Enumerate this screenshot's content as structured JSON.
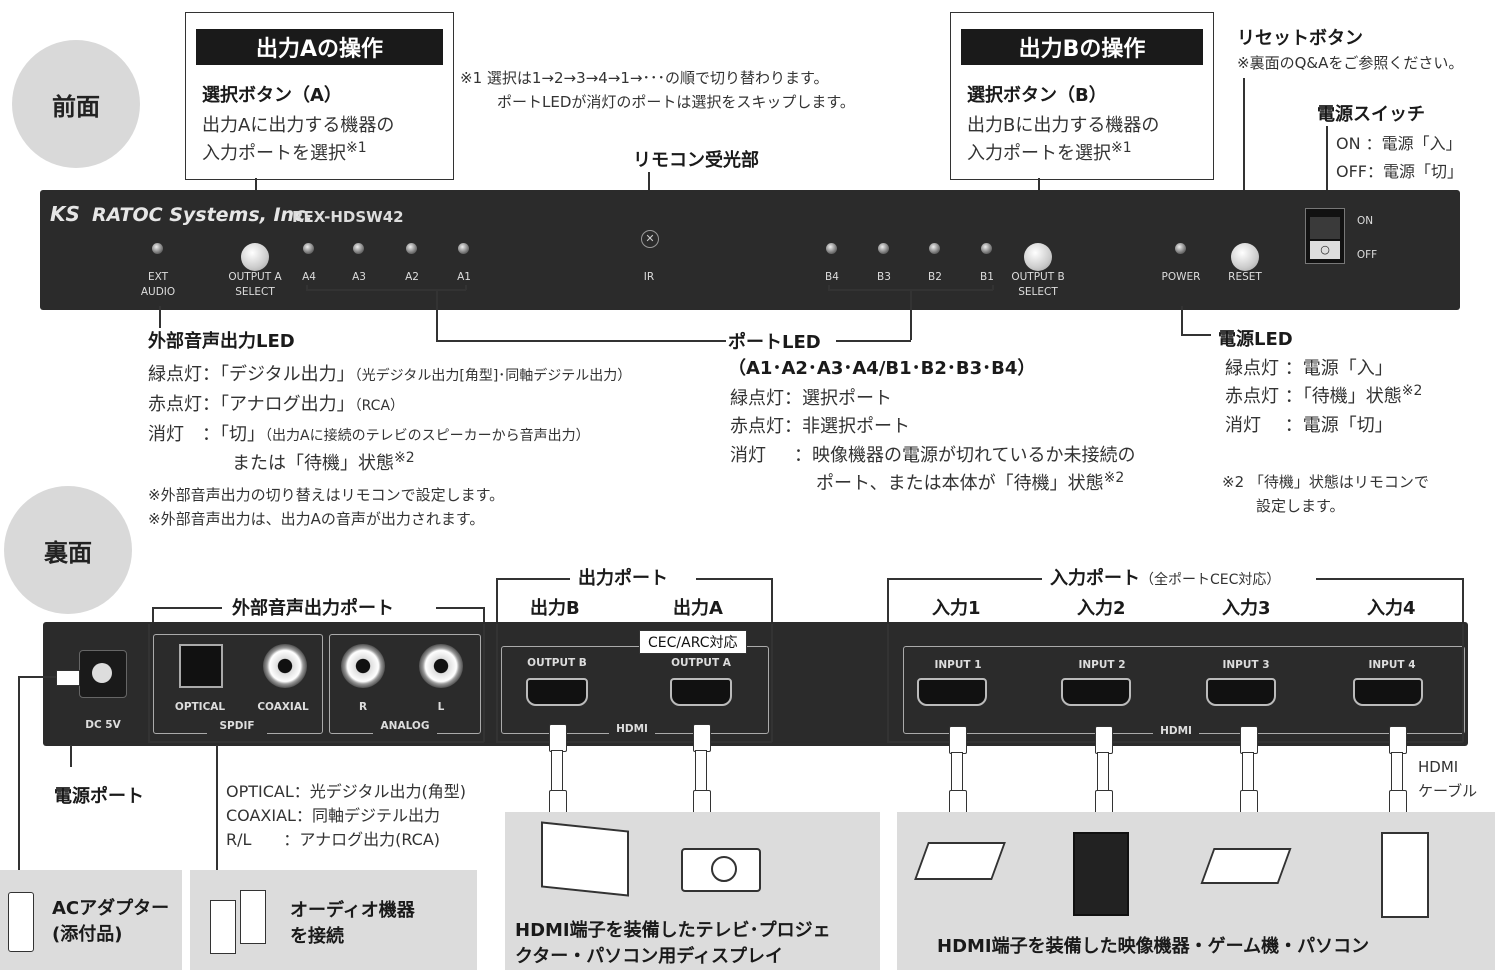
{
  "front": {
    "label": "前面"
  },
  "back": {
    "label": "裏面"
  },
  "output_a_box": {
    "title": "出力Aの操作",
    "button": "選択ボタン（A）",
    "line1": "出力Aに出力する機器の",
    "line2": "入力ポートを選択",
    "sup": "※1"
  },
  "output_b_box": {
    "title": "出力Bの操作",
    "button": "選択ボタン（B）",
    "line1": "出力Bに出力する機器の",
    "line2": "入力ポートを選択",
    "sup": "※1"
  },
  "note1": {
    "line1": "※1 選択は1→2→3→4→1→･･･の順で切り替わります。",
    "line2": "ポートLEDが消灯のポートは選択をスキップします。"
  },
  "remote": {
    "label": "リモコン受光部"
  },
  "reset": {
    "title": "リセットボタン",
    "note": "※裏面のQ&Aをご参照ください。"
  },
  "power_switch": {
    "title": "電源スイッチ",
    "on": "ON ：電源「入」",
    "off": "OFF：電源「切」"
  },
  "front_panel": {
    "brand": "RATOC Systems, Inc.",
    "logo": "KS",
    "model": "REX-HDSW42",
    "labels": {
      "ext": "EXT",
      "audio": "AUDIO",
      "outa": "OUTPUT A",
      "outb": "OUTPUT B",
      "select": "SELECT",
      "a4": "A4",
      "a3": "A3",
      "a2": "A2",
      "a1": "A1",
      "ir": "IR",
      "b4": "B4",
      "b3": "B3",
      "b2": "B2",
      "b1": "B1",
      "power": "POWER",
      "reset": "RESET",
      "on": "ON",
      "off": "OFF"
    }
  },
  "ext_led": {
    "title": "外部音声出力LED",
    "g_label": "緑点灯",
    "g_text": "：「デジタル出力」",
    "g_small": "（光デジタル出力[角型]･同軸デジテル出力）",
    "r_label": "赤点灯",
    "r_text": "：「アナログ出力」",
    "r_small": "（RCA）",
    "off_label": "消灯",
    "off_text": "：「切」",
    "off_small": "（出力Aに接続のテレビのスピーカーから音声出力）",
    "off_text2": "または「待機」状態",
    "off_sup": "※2",
    "note_a": "※外部音声出力の切り替えはリモコンで設定します。",
    "note_b": "※外部音声出力は、出力Aの音声が出力されます。"
  },
  "port_led": {
    "title": "ポートLED",
    "sub": "（A1･A2･A3･A4/B1･B2･B3･B4）",
    "g": "緑点灯：選択ポート",
    "r": "赤点灯：非選択ポート",
    "off_label": "消灯",
    "off1": "：映像機器の電源が切れているか未接続の",
    "off2": "ポート、または本体が「待機」状態",
    "sup": "※2"
  },
  "power_led": {
    "title": "電源LED",
    "g": "緑点灯 ：電源「入」",
    "r": "赤点灯 ：「待機」状態",
    "r_sup": "※2",
    "off": "消灯　 ：電源「切」",
    "note_line1": "※2 「待機」状態はリモコンで",
    "note_line2": "設定します。"
  },
  "back_panel": {
    "dc": "DC 5V",
    "optical": "OPTICAL",
    "coaxial": "COAXIAL",
    "r": "R",
    "l": "L",
    "spdif": "SPDIF",
    "analog": "ANALOG",
    "outb": "OUTPUT B",
    "outa": "OUTPUT A",
    "hdmi": "HDMI",
    "in1": "INPUT 1",
    "in2": "INPUT 2",
    "in3": "INPUT 3",
    "in4": "INPUT 4"
  },
  "ext_port": {
    "title": "外部音声出力ポート"
  },
  "out_port": {
    "title": "出力ポート",
    "b": "出力B",
    "a": "出力A",
    "cec": "CEC/ARC対応"
  },
  "in_port": {
    "title": "入力ポート",
    "small": "（全ポートCEC対応）",
    "i1": "入力1",
    "i2": "入力2",
    "i3": "入力3",
    "i4": "入力4"
  },
  "power_port": {
    "label": "電源ポート"
  },
  "audio_legend": {
    "l1": "OPTICAL：光デジタル出力(角型)",
    "l2": "COAXIAL：同軸デジテル出力",
    "l3": "R/L　　：アナログ出力(RCA)"
  },
  "cable": {
    "l1": "HDMI",
    "l2": "ケーブル"
  },
  "bottom": {
    "ac1": "ACアダプター",
    "ac2": "(添付品)",
    "audio1": "オーディオ機器",
    "audio2": "を接続",
    "tv1": "HDMI端子を装備したテレビ･プロジェ",
    "tv2": "クター・パソコン用ディスプレイ",
    "dev": "HDMI端子を装備した映像機器・ゲーム機・パソコン"
  }
}
